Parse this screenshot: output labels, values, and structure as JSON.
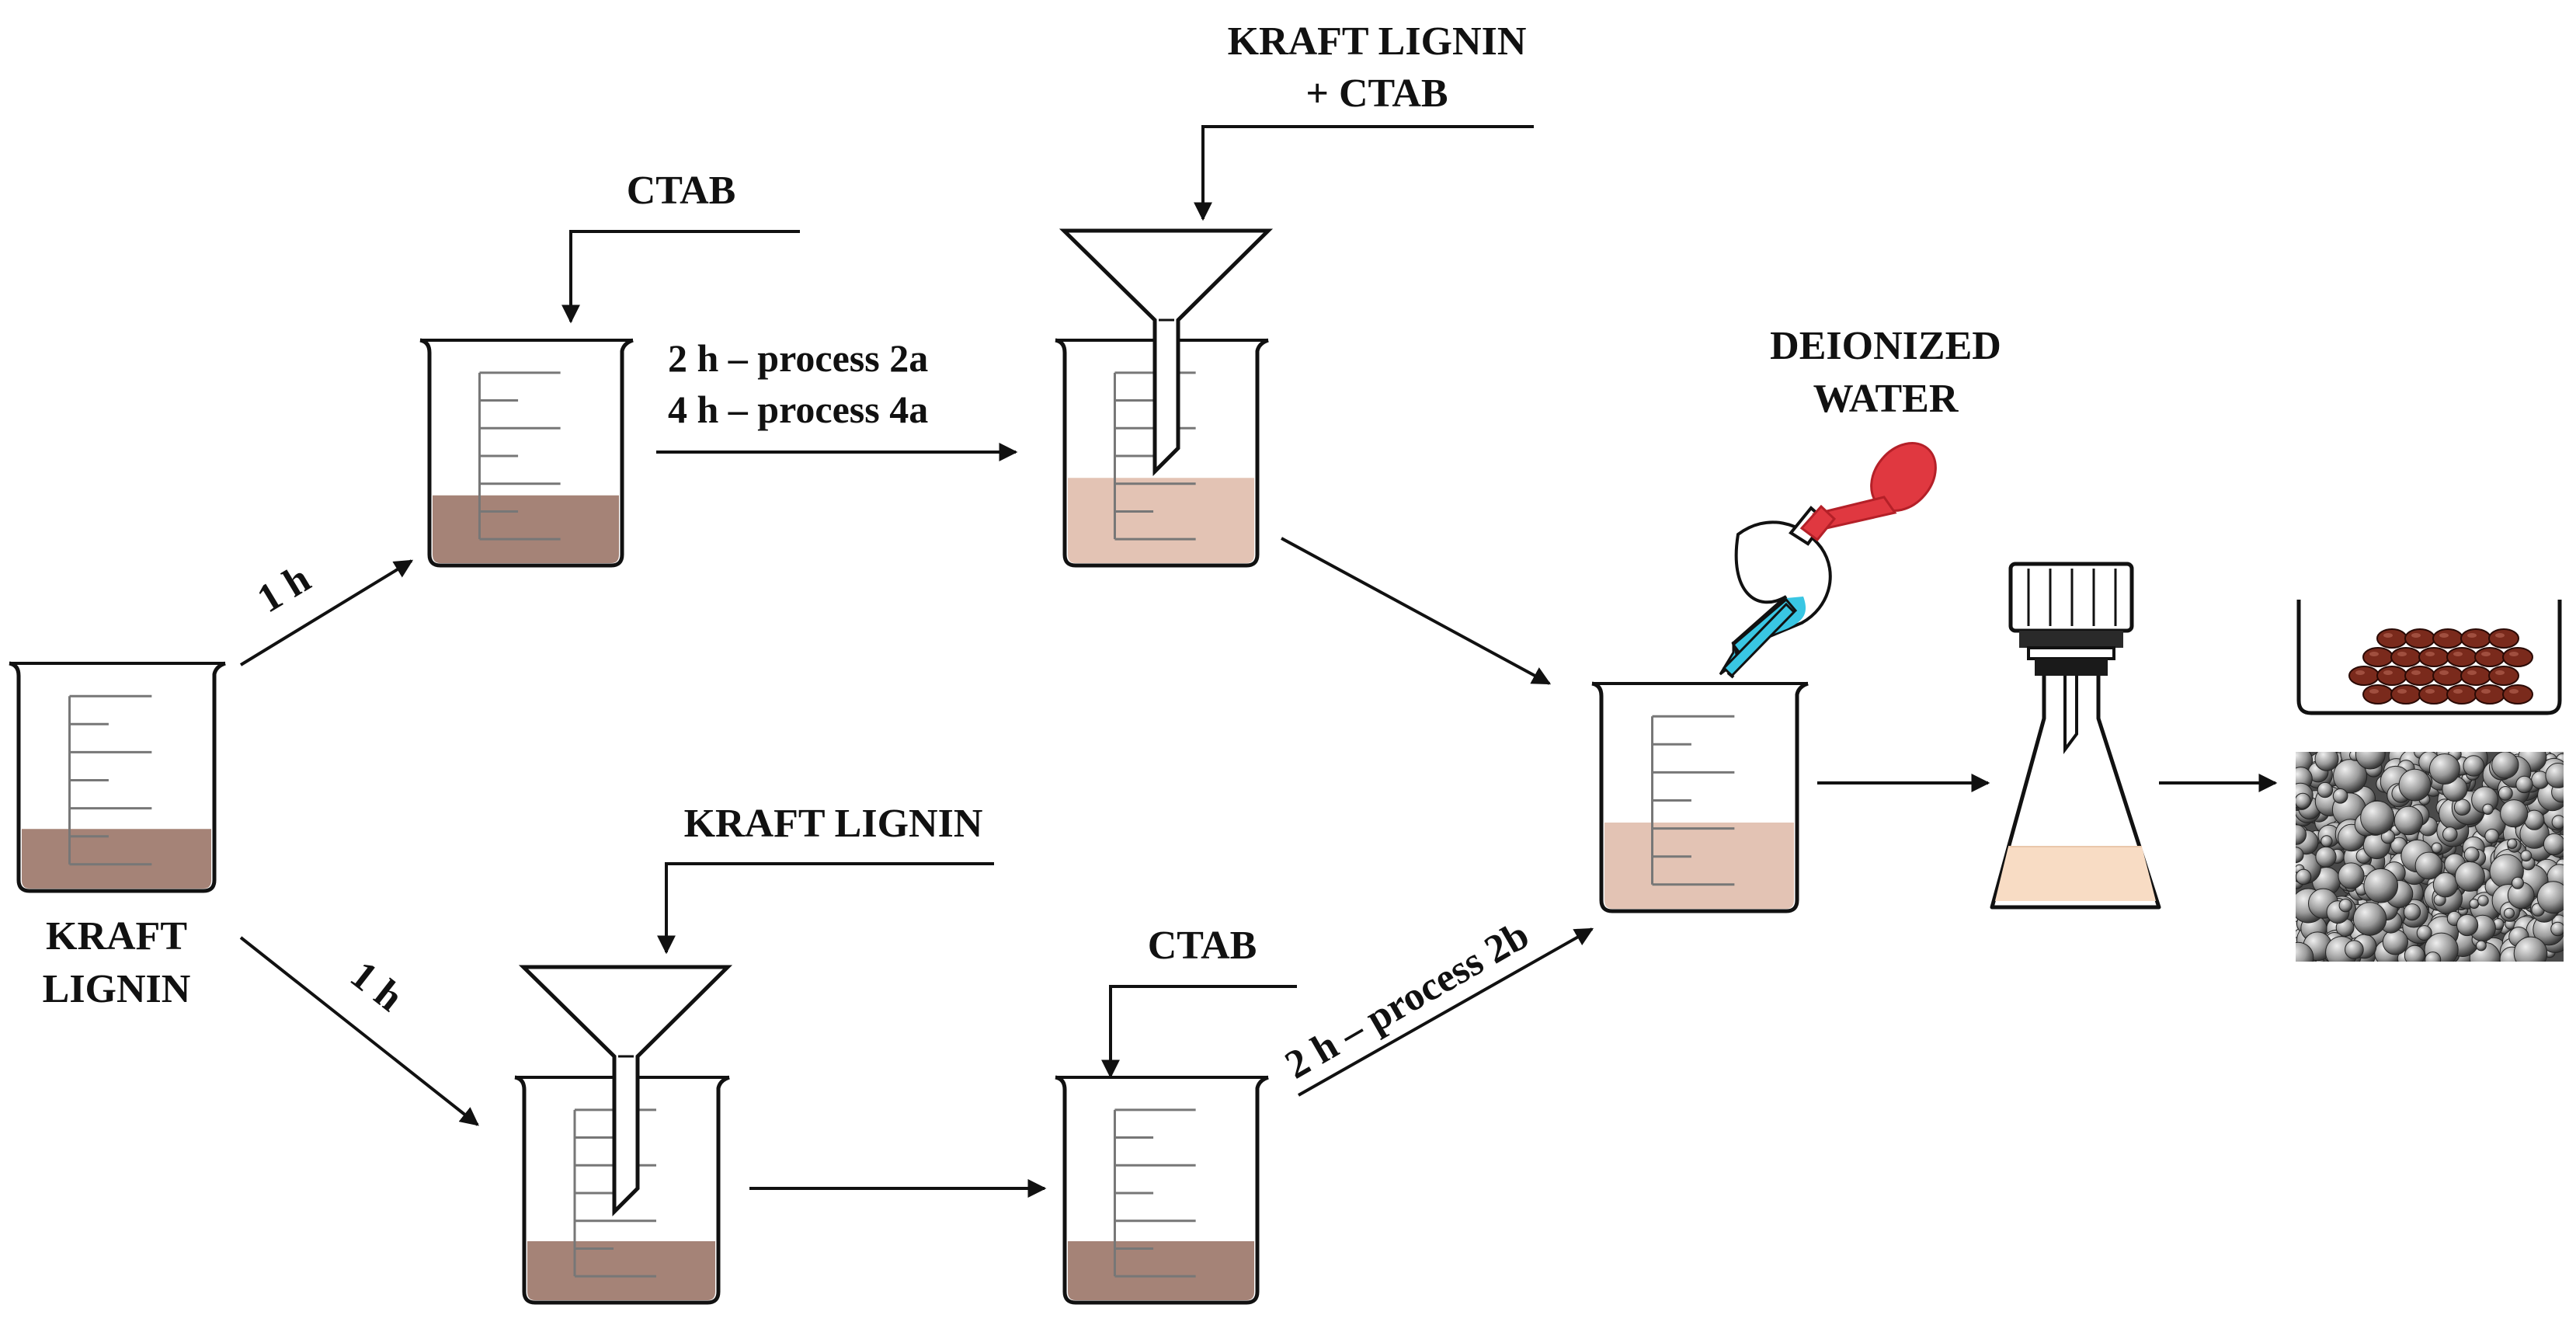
{
  "labels": {
    "kraft_lignin_start": [
      "KRAFT",
      "LIGNIN"
    ],
    "ctab_top": "CTAB",
    "kraft_ctab_top": [
      "KRAFT LIGNIN",
      "+ CTAB"
    ],
    "process_top": [
      "2 h – process 2a",
      "4 h – process 4a"
    ],
    "time_upper": "1 h",
    "time_lower": "1 h",
    "kraft_lignin_bottom": "KRAFT LIGNIN",
    "ctab_bottom": "CTAB",
    "process_bottom": "2 h – process 2b",
    "deionized_water": [
      "DEIONIZED",
      "WATER"
    ]
  },
  "colors": {
    "dark_solution": "#a58377",
    "light_solution": "#e3c3b4",
    "flask_solution": "#f8dcc4",
    "pipette_bulb": "#e03840",
    "pipette_liquid": "#39c6e3",
    "particle": "#7a2a1c",
    "sem_background": "#4a4a4a"
  },
  "icons": {
    "beaker": "beaker-icon",
    "funnel": "funnel-icon",
    "pipette": "pipette-icon",
    "flask": "filtration-flask-icon",
    "dish": "petri-dish-icon",
    "sem": "sem-micrograph-image"
  }
}
